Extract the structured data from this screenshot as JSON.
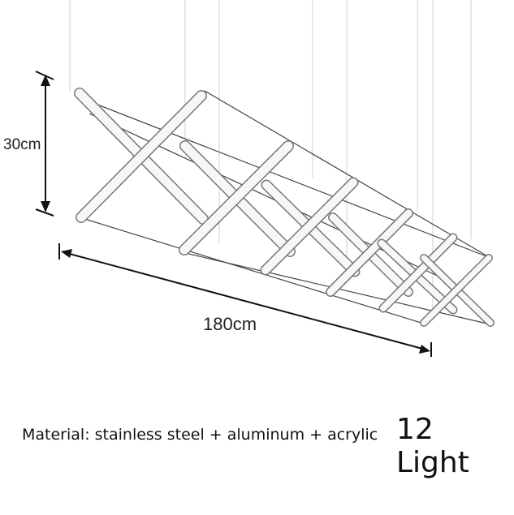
{
  "dimensions": {
    "height": "30cm",
    "width": "180cm"
  },
  "footer": {
    "material": "Material: stainless steel + aluminum + acrylic",
    "light_count": "12 Light"
  },
  "colors": {
    "tube_stroke": "#777777",
    "tube_fill": "#f7f7f7",
    "wire": "#444444",
    "suspension": "#cfcfcf",
    "dimension_line": "#111111"
  }
}
